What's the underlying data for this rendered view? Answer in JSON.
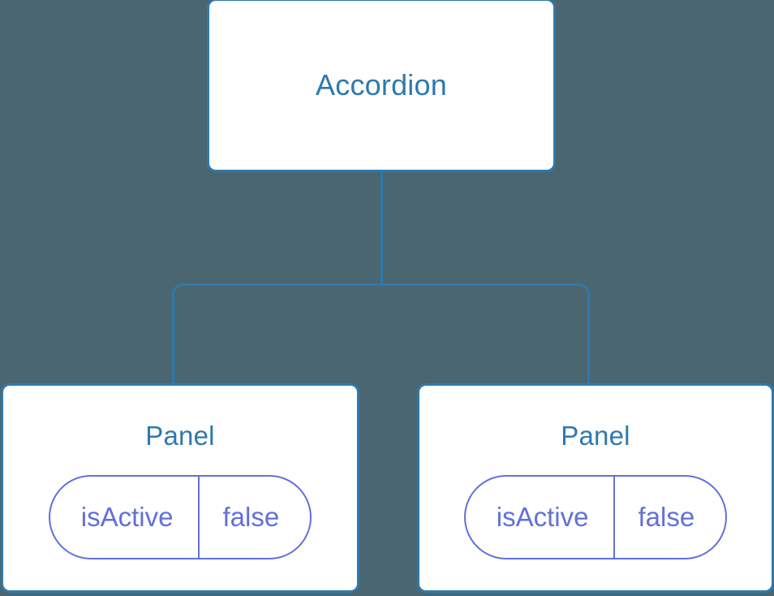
{
  "diagram": {
    "type": "component-tree",
    "background_color": "#4a6670",
    "node_border_color": "#2e79ae",
    "node_text_color": "#2e79ae",
    "node_fill_color": "#ffffff",
    "prop_accent_color": "#6170dc",
    "connector_color": "#2e79ae",
    "root": {
      "title": "Accordion"
    },
    "children": [
      {
        "title": "Panel",
        "prop": {
          "key": "isActive",
          "value": "false"
        }
      },
      {
        "title": "Panel",
        "prop": {
          "key": "isActive",
          "value": "false"
        }
      }
    ]
  }
}
